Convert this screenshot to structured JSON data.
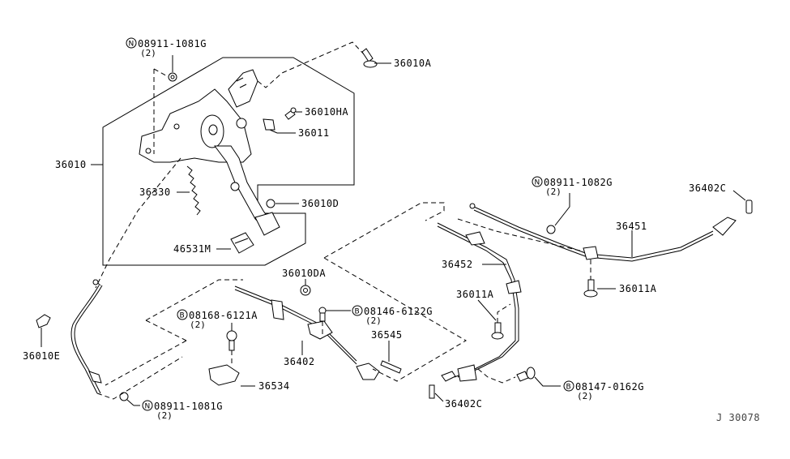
{
  "diagram": {
    "ref_code": "J  30078",
    "labels": {
      "n_08911_1081g_top": {
        "prefix": "N",
        "number": "08911-1081G",
        "qty": "(2)"
      },
      "p36010a": "36010A",
      "p36010ha": "36010HA",
      "p36011": "36011",
      "p36010": "36010",
      "p36330": "36330",
      "p36010d": "36010D",
      "p46531m": "46531M",
      "p36010da": "36010DA",
      "b_08168_6121a": {
        "prefix": "B",
        "number": "08168-6121A",
        "qty": "(2)"
      },
      "b_08146_6122g": {
        "prefix": "B",
        "number": "08146-6122G",
        "qty": "(2)"
      },
      "p36545": "36545",
      "p36402": "36402",
      "p36010e": "36010E",
      "p36534": "36534",
      "n_08911_1081g_bottom": {
        "prefix": "N",
        "number": "08911-1081G",
        "qty": "(2)"
      },
      "n_08911_1082g": {
        "prefix": "N",
        "number": "08911-1082G",
        "qty": "(2)"
      },
      "p36402c_top": "36402C",
      "p36451": "36451",
      "p36452": "36452",
      "p36011a_right": "36011A",
      "p36011a_left": "36011A",
      "p36402c_bottom": "36402C",
      "b_08147_0162g": {
        "prefix": "B",
        "number": "08147-0162G",
        "qty": "(2)"
      }
    }
  }
}
